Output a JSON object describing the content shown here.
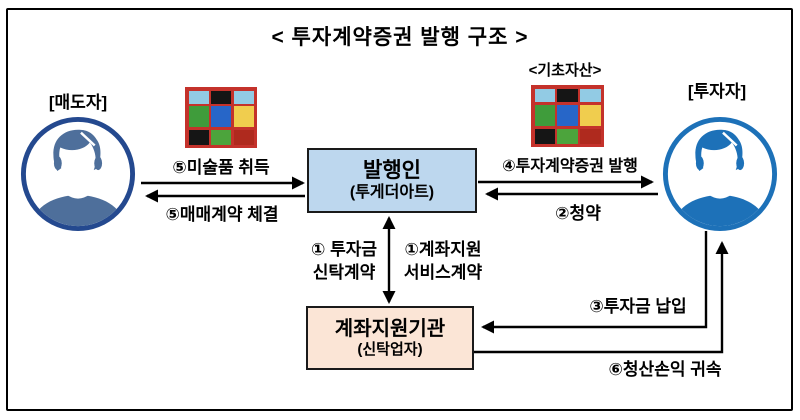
{
  "title": "< 투자계약증권 발행 구조 >",
  "actors": {
    "seller": {
      "label": "[매도자]"
    },
    "investor": {
      "label": "[투자자]"
    }
  },
  "boxes": {
    "issuer": {
      "title": "발행인",
      "subtitle": "(투게더아트)",
      "fill": "#BDD7EE"
    },
    "account_agency": {
      "title": "계좌지원기관",
      "subtitle": "(신탁업자)",
      "fill": "#FBE5D6"
    }
  },
  "artwork": {
    "underlying_asset_label": "<기초자산>",
    "frame_color": "#C4322B",
    "grid": [
      [
        "#92CBE4",
        "#151515",
        "#92CBE4"
      ],
      [
        "#3F9C3B",
        "#2766C8",
        "#F0CD4E"
      ],
      [
        "#151515",
        "#4CA43C",
        "#AF2A1E"
      ]
    ]
  },
  "flows": {
    "acquire_art": {
      "label": "⑤미술품 취득"
    },
    "sale_contract": {
      "label": "⑤매매계약 체결"
    },
    "issue_securities": {
      "label": "④투자계약증권 발행"
    },
    "subscription": {
      "label": "②청약"
    },
    "trust_contract": {
      "line1": "① 투자금",
      "line2": "신탁계약"
    },
    "account_service_contract": {
      "line1": "①계좌지원",
      "line2": "서비스계약"
    },
    "payment": {
      "label": "③투자금 납입"
    },
    "liquidation": {
      "label": "⑥청산손익 귀속"
    }
  },
  "colors": {
    "seller_ring": "#24498F",
    "seller_person": "#4E6F9B",
    "investor_ring": "#1D71B8",
    "investor_person": "#1D71B8",
    "arrow_line": "#000000",
    "box_border": "#1a1a1a"
  }
}
